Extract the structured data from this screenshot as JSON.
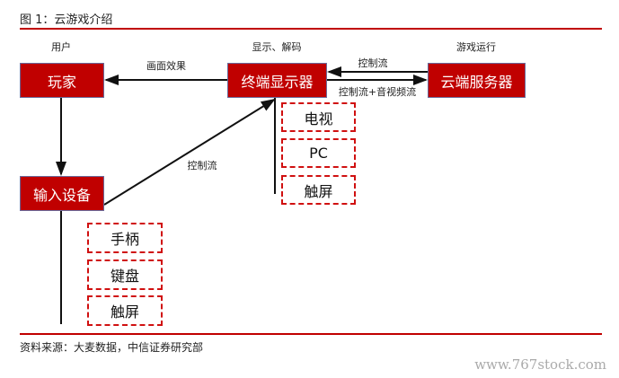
{
  "title": "图 1：云游戏介绍",
  "labels": {
    "user": "用户",
    "display_decode": "显示、解码",
    "game_run": "游戏运行",
    "picture_effect": "画面效果",
    "control_flow_top": "控制流",
    "control_av_flow": "控制流+音视频流",
    "control_flow_diag": "控制流"
  },
  "boxes": {
    "player": "玩家",
    "terminal": "终端显示器",
    "cloud_server": "云端服务器",
    "input_device": "输入设备"
  },
  "terminal_types": [
    "电视",
    "PC",
    "触屏"
  ],
  "input_types": [
    "手柄",
    "键盘",
    "触屏"
  ],
  "source": "资料来源：大麦数据，中信证券研究部",
  "watermark": "www.767stock.com",
  "colors": {
    "accent": "#c00000"
  }
}
